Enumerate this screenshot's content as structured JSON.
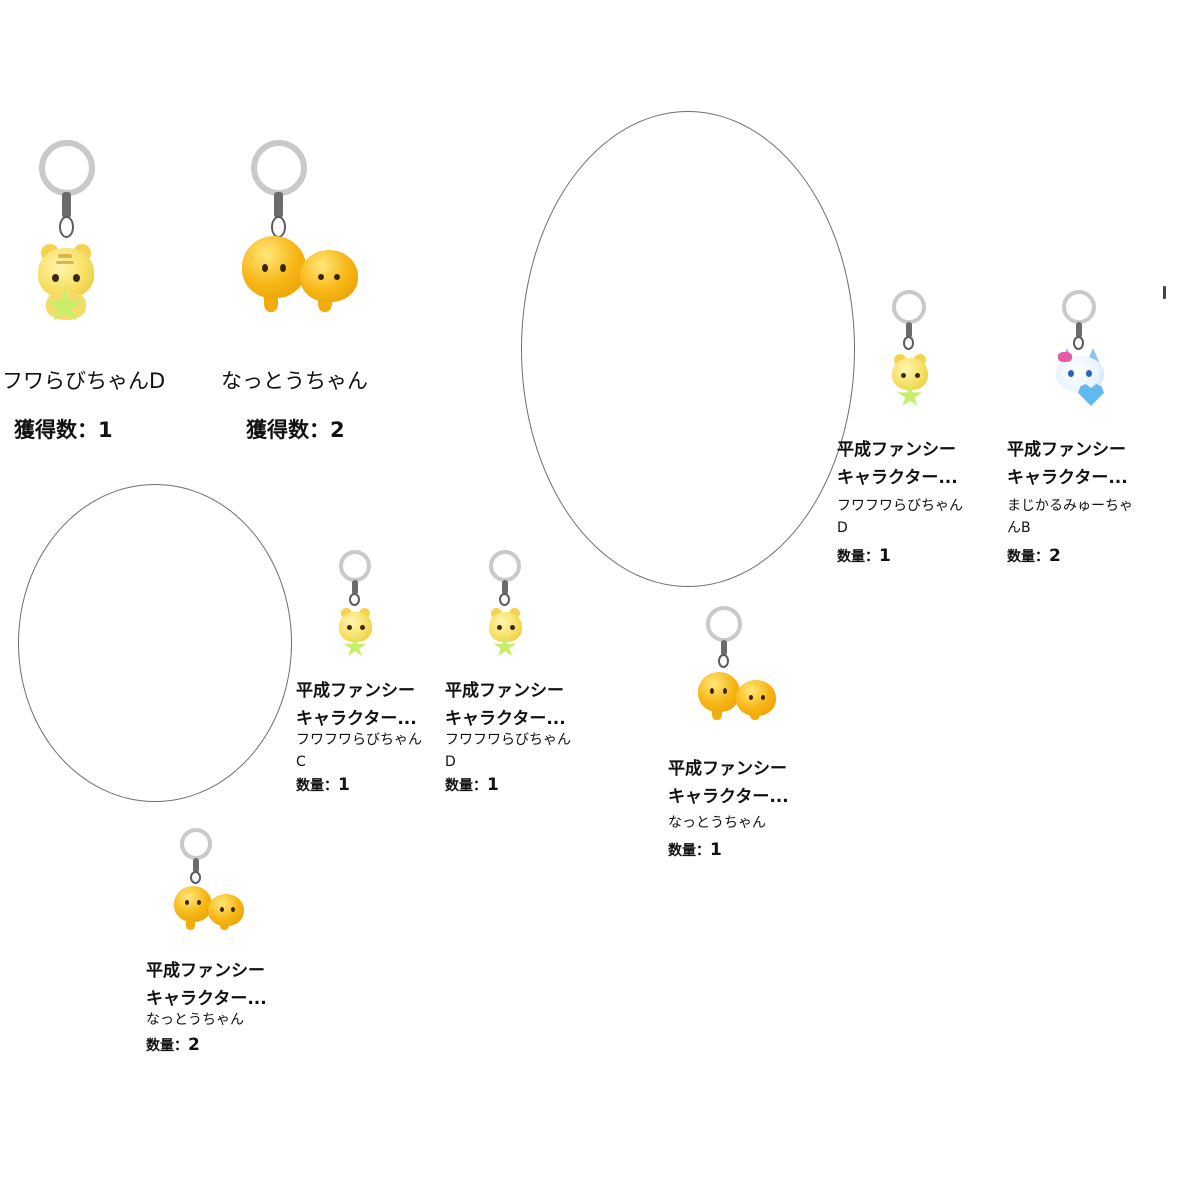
{
  "collection_top": [
    {
      "name": "フワらびちゃんD",
      "count_label": "獲得数：",
      "count": "1",
      "figure": "tiger"
    },
    {
      "name": "なっとうちゃん",
      "count_label": "獲得数：",
      "count": "2",
      "figure": "nattou"
    }
  ],
  "cards": [
    {
      "title_line1": "平成ファンシー",
      "title_line2": "キャラクター...",
      "subtitle": "フワフワらびちゃんD",
      "qty_label": "数量：",
      "qty": "1",
      "figure": "tiger"
    },
    {
      "title_line1": "平成ファンシー",
      "title_line2": "キャラクター...",
      "subtitle": "まじかるみゅーちゃんB",
      "qty_label": "数量：",
      "qty": "2",
      "figure": "cat"
    },
    {
      "title_line1": "平成ファンシー",
      "title_line2": "キャラクター...",
      "subtitle": "フワフワらびちゃんC",
      "qty_label": "数量：",
      "qty": "1",
      "figure": "tiger"
    },
    {
      "title_line1": "平成ファンシー",
      "title_line2": "キャラクター...",
      "subtitle": "フワフワらびちゃんD",
      "qty_label": "数量：",
      "qty": "1",
      "figure": "tiger"
    },
    {
      "title_line1": "平成ファンシー",
      "title_line2": "キャラクター...",
      "subtitle": "なっとうちゃん",
      "qty_label": "数量：",
      "qty": "1",
      "figure": "nattou"
    },
    {
      "title_line1": "平成ファンシー",
      "title_line2": "キャラクター...",
      "subtitle": "なっとうちゃん",
      "qty_label": "数量：",
      "qty": "2",
      "figure": "nattou"
    }
  ],
  "colors": {
    "ring": "#c9c9c9",
    "oval_outline": "#6e6e6e",
    "tiger_yellow": "#f6df62",
    "star_green": "#c9ee6a",
    "nattou_orange": "#f7b716",
    "cat_blue": "#8fc4f2"
  }
}
